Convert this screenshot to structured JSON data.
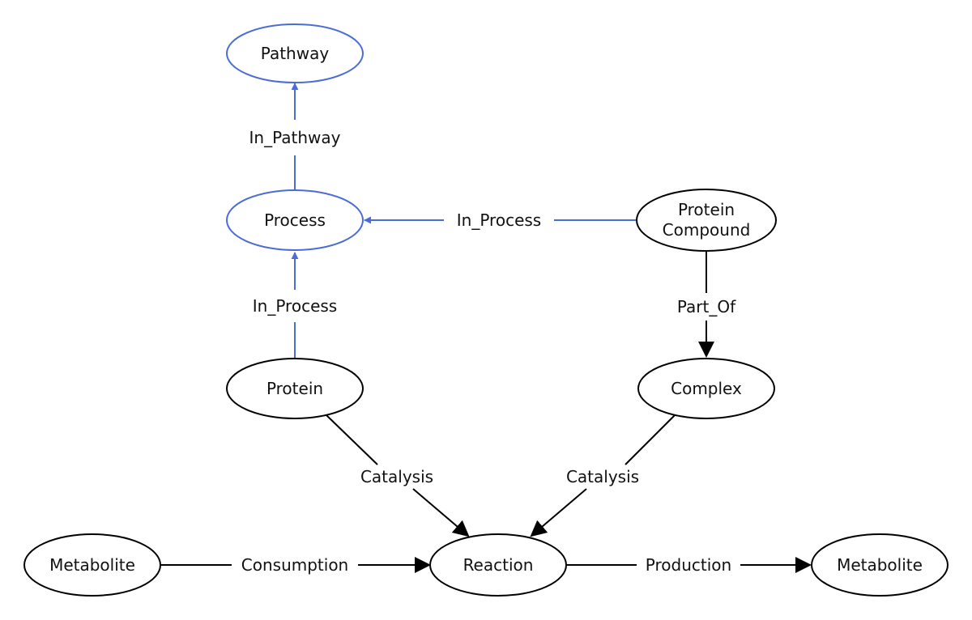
{
  "colors": {
    "highlight": "#4a6cd4",
    "default": "#000000"
  },
  "nodes": {
    "pathway": {
      "label": "Pathway",
      "highlighted": true
    },
    "process": {
      "label": "Process",
      "highlighted": true
    },
    "protein_compound": {
      "label_line1": "Protein",
      "label_line2": "Compound",
      "highlighted": false
    },
    "protein": {
      "label": "Protein",
      "highlighted": false
    },
    "complex": {
      "label": "Complex",
      "highlighted": false
    },
    "metabolite_left": {
      "label": "Metabolite",
      "highlighted": false
    },
    "reaction": {
      "label": "Reaction",
      "highlighted": false
    },
    "metabolite_right": {
      "label": "Metabolite",
      "highlighted": false
    }
  },
  "edges": {
    "process_to_pathway": {
      "label": "In_Pathway",
      "from": "Process",
      "to": "Pathway",
      "highlighted": true
    },
    "compound_to_process": {
      "label": "In_Process",
      "from": "Protein Compound",
      "to": "Process",
      "highlighted": true
    },
    "protein_to_process": {
      "label": "In_Process",
      "from": "Protein",
      "to": "Process",
      "highlighted": true
    },
    "compound_to_complex": {
      "label": "Part_Of",
      "from": "Protein Compound",
      "to": "Complex",
      "highlighted": false
    },
    "protein_to_reaction": {
      "label": "Catalysis",
      "from": "Protein",
      "to": "Reaction",
      "highlighted": false
    },
    "complex_to_reaction": {
      "label": "Catalysis",
      "from": "Complex",
      "to": "Reaction",
      "highlighted": false
    },
    "metabolite_to_reaction": {
      "label": "Consumption",
      "from": "Metabolite",
      "to": "Reaction",
      "highlighted": false
    },
    "reaction_to_metabolite": {
      "label": "Production",
      "from": "Reaction",
      "to": "Metabolite",
      "highlighted": false
    }
  }
}
